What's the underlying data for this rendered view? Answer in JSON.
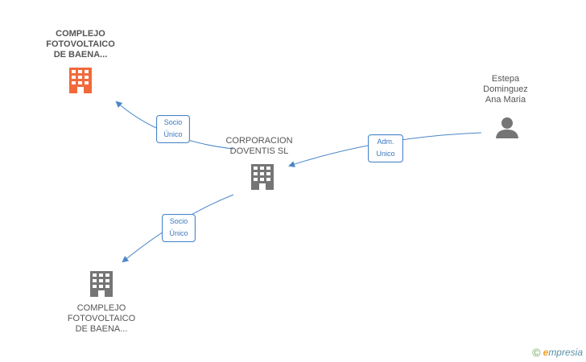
{
  "nodes": {
    "top_company": {
      "label": "COMPLEJO\nFOTOVOLTAICO\nDE BAENA...",
      "color": "#f26a3c"
    },
    "center_company": {
      "label": "CORPORACION\nDOVENTIS SL",
      "color": "#757575"
    },
    "bottom_company": {
      "label": "COMPLEJO\nFOTOVOLTAICO\nDE BAENA...",
      "color": "#757575"
    },
    "person": {
      "label": "Estepa\nDominguez\nAna Maria",
      "color": "#757575"
    }
  },
  "edges": {
    "to_top": {
      "label": "Socio\nÚnico"
    },
    "to_center": {
      "label": "Adm.\nUnico"
    },
    "to_bottom": {
      "label": "Socio\nÚnico"
    }
  },
  "colors": {
    "edge": "#4a86c8"
  },
  "brand": {
    "copyright": "©",
    "e": "e",
    "rest": "mpresia"
  }
}
